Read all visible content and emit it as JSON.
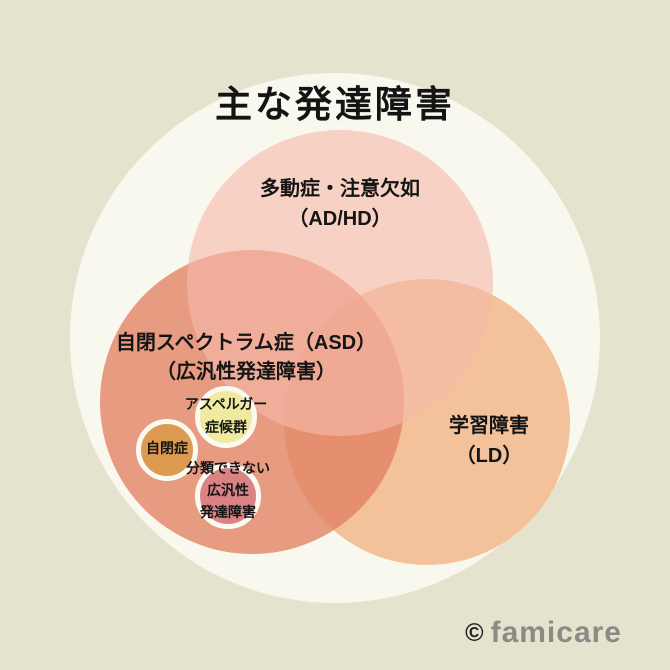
{
  "title": "主な発達障害",
  "venn": {
    "adhd": {
      "line1": "多動症・注意欠如",
      "line2": "（AD/HD）"
    },
    "asd": {
      "line1": "自閉スペクトラム症（ASD）",
      "line2": "（広汎性発達障害）"
    },
    "ld": {
      "line1": "学習障害",
      "line2": "（LD）"
    },
    "autism": {
      "label": "自閉症"
    },
    "asperger": {
      "line1": "アスペルガー",
      "line2": "症候群"
    },
    "pdd": {
      "line1": "分類できない",
      "line2": "広汎性",
      "line3": "発達障害"
    }
  },
  "footer": {
    "copyright": "©",
    "brand": "famicare"
  },
  "colors": {
    "background": "#e5e3ce",
    "canvas_circle": "#f9f8ee",
    "adhd_circle_pure": "#f9d3c9",
    "asd_circle_pure": "#e89c85",
    "ld_circle_pure": "#f4c29a",
    "asd_ld_overlap": "#e28e70",
    "triple_overlap": "#f0a98c",
    "autism_circle": "#dd9b51",
    "asperger_circle": "#efeaa0",
    "pdd_circle": "#db8384",
    "text": "#141414",
    "brand_text": "#8b8b85"
  }
}
